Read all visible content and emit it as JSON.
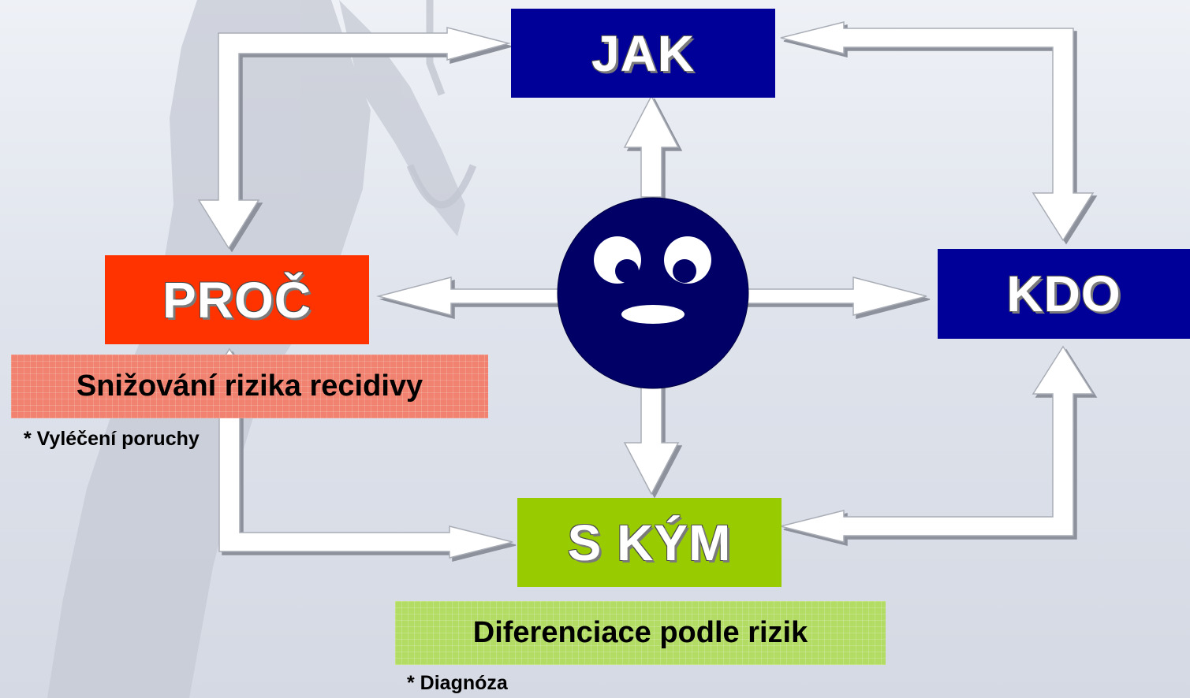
{
  "nodes": {
    "jak": "JAK",
    "kdo": "KDO",
    "proc": "PROČ",
    "s_kym": "S KÝM"
  },
  "bands": {
    "risk_reduction": "Snižování rizika recidivy",
    "differentiation": "Diferenciace podle rizik"
  },
  "notes": {
    "cure": "* Vyléčení poruchy",
    "diagnosis": "* Diagnóza"
  },
  "colors": {
    "blue": "#000099",
    "red": "#ff3300",
    "green": "#99cc00",
    "face": "#000066"
  }
}
